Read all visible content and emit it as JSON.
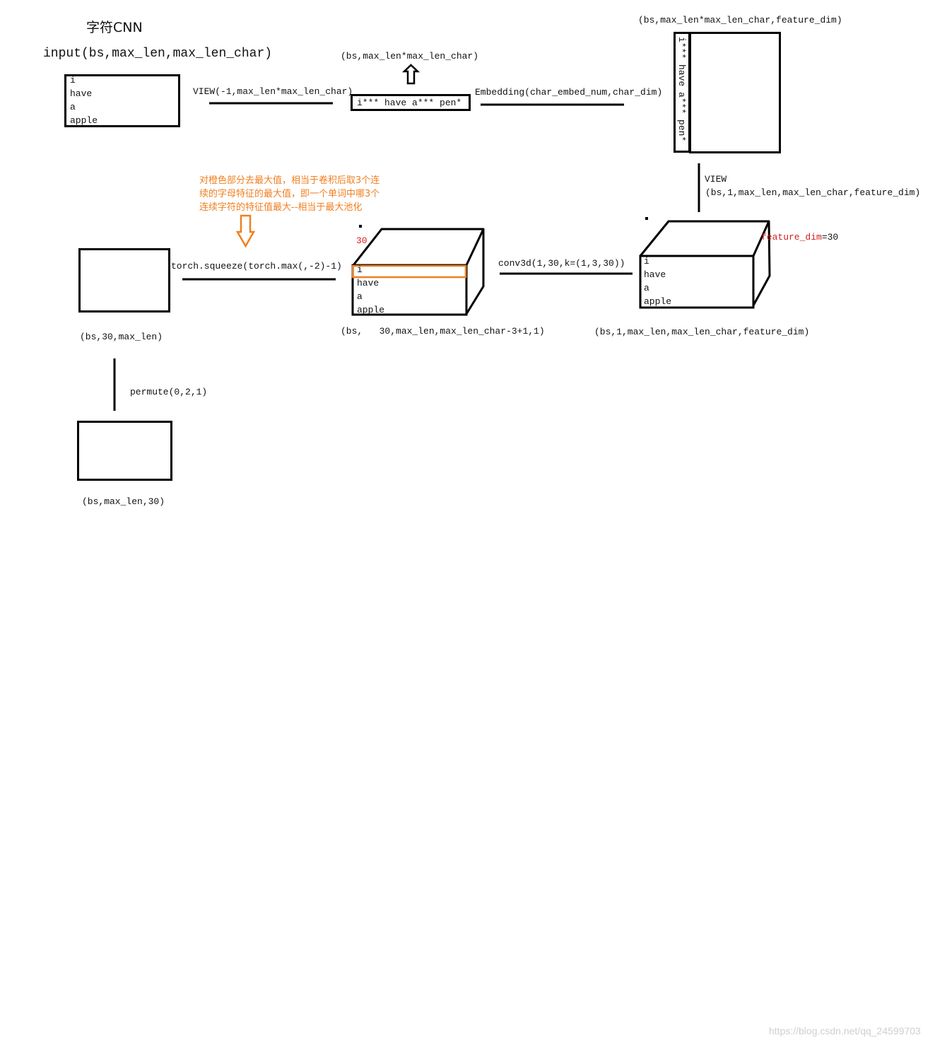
{
  "title": "字符CNN",
  "input_label": "input(bs,max_len,max_len_char)",
  "input_words": [
    "i",
    "have",
    "a",
    "apple"
  ],
  "view1_label": "VIEW(-1,max_len*max_len_char)",
  "flat_shape_label": "(bs,max_len*max_len_char)",
  "flat_sequence": "i*** have a*** pen*",
  "embedding_label": "Embedding(char_embed_num,char_dim)",
  "embed_shape_label": "(bs,max_len*max_len_char,feature_dim)",
  "embed_vertical_text": "i*** have a*** pen*",
  "view2_label": "VIEW",
  "view2_shape": "(bs,1,max_len,max_len_char,feature_dim)",
  "feature_dim_label": "feature_dim",
  "feature_dim_value": "=30",
  "cube_words": [
    "i",
    "have",
    "a",
    "apple"
  ],
  "cube_right_shape": "(bs,1,max_len,max_len_char,feature_dim)",
  "conv_label": "conv3d(1,30,k=(1,3,30))",
  "mid_depth_label": "30",
  "mid_words": [
    "i",
    "have",
    "a",
    "apple"
  ],
  "mid_shape": "(bs,   30,max_len,max_len_char-3+1,1)",
  "annotation_lines": [
    "对橙色部分去最大值，相当于卷积后取3个连",
    "续的字母特征的最大值，即一个单词中哪3个",
    "连续字符的特征值最大--相当于最大池化"
  ],
  "squeeze_label": "torch.squeeze(torch.max(,-2)-1)",
  "pooled_shape": "(bs,30,max_len)",
  "permute_label": "permute(0,2,1)",
  "final_shape": "(bs,max_len,30)",
  "watermark": "https://blog.csdn.net/qq_24599703",
  "colors": {
    "highlight": "#f07f20",
    "red_text": "#d42020",
    "ink": "#000000"
  }
}
